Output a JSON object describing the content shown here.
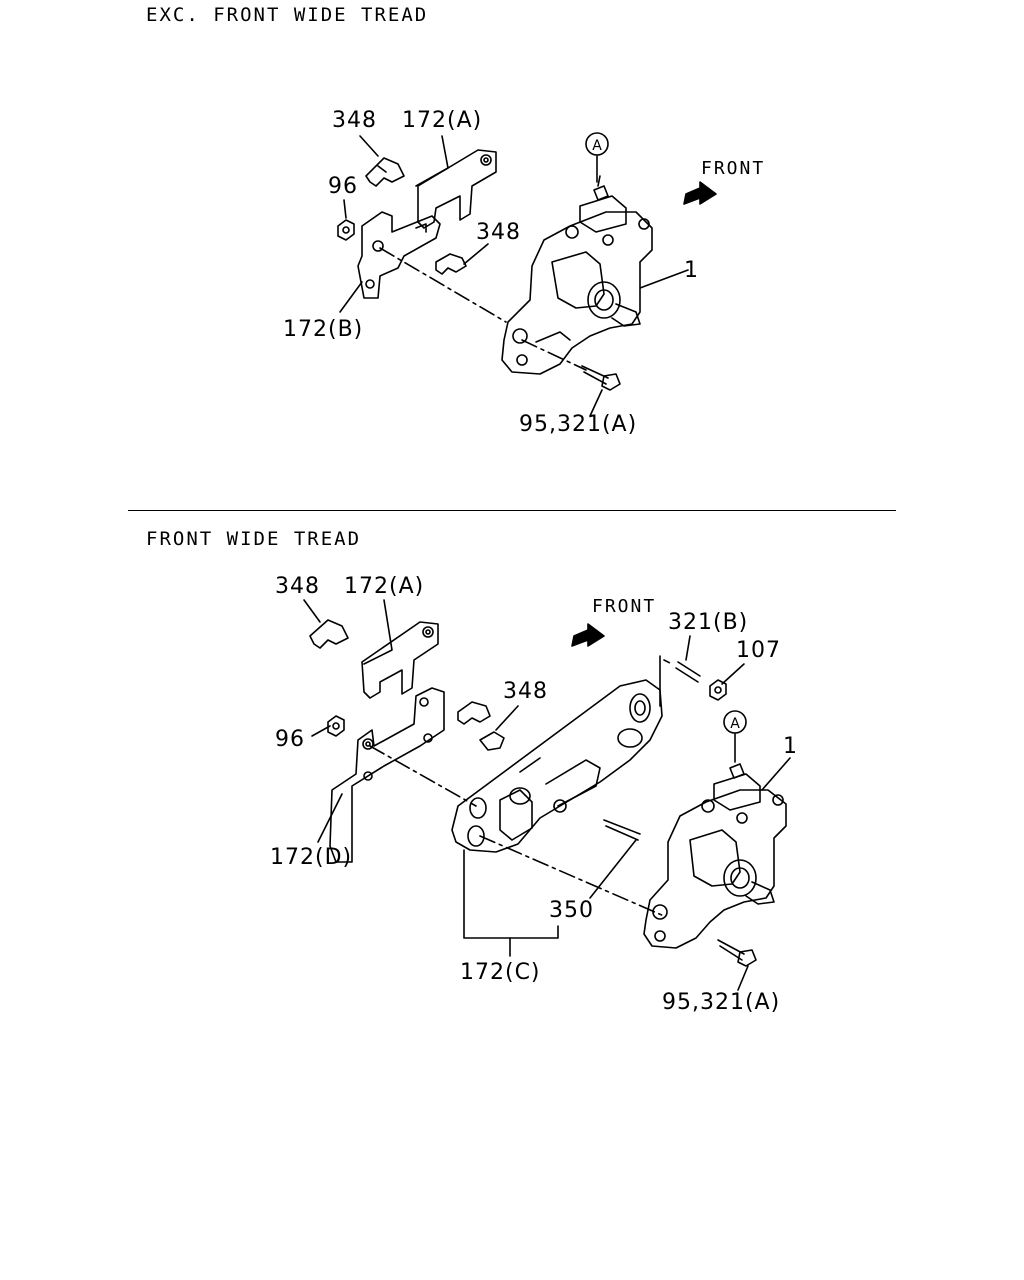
{
  "sections": {
    "top": {
      "title": "EXC. FRONT WIDE TREAD",
      "front": "FRONT",
      "ref_circle": "A",
      "callouts": {
        "c348a": "348",
        "c172a": "172(A)",
        "c96": "96",
        "c348b": "348",
        "c1": "1",
        "c172b": "172(B)",
        "c95": "95,321(A)"
      }
    },
    "bottom": {
      "title": "FRONT WIDE TREAD",
      "front": "FRONT",
      "ref_circle": "A",
      "callouts": {
        "c348a": "348",
        "c172a": "172(A)",
        "c321b": "321(B)",
        "c107": "107",
        "c348b": "348",
        "c96": "96",
        "c1": "1",
        "c172d": "172(D)",
        "c350": "350",
        "c172c": "172(C)",
        "c95": "95,321(A)"
      }
    }
  }
}
